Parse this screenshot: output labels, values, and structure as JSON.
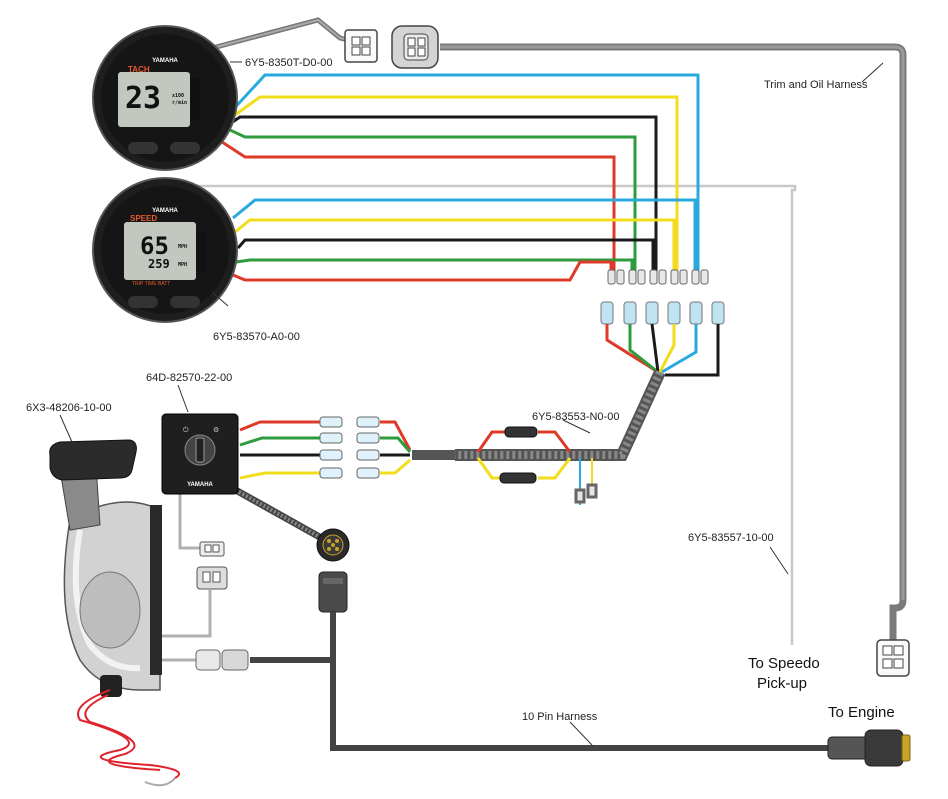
{
  "labels": {
    "tach_part": "6Y5-8350T-D0-00",
    "speedo_part": "6Y5-83570-A0-00",
    "trim_oil_harness": "Trim and Oil Harness",
    "switch_part": "64D-82570-22-00",
    "control_part": "6X3-48206-10-00",
    "sub_harness_part": "6Y5-83553-N0-00",
    "speedo_hose_part": "6Y5-83557-10-00",
    "to_speedo_line1": "To Speedo",
    "to_speedo_line2": "Pick-up",
    "ten_pin_harness": "10 Pin Harness",
    "to_engine": "To Engine"
  },
  "tach_gauge": {
    "brand": "YAMAHA",
    "name": "TACH",
    "reading": "23",
    "unit_line1": "x100",
    "unit_line2": "r/min"
  },
  "speed_gauge": {
    "brand": "YAMAHA",
    "name": "SPEED",
    "reading": "65",
    "sub_reading": "259",
    "unit1": "MPH",
    "unit2": "MPH",
    "footer": "TRIP   TIME   BATT"
  },
  "switch_panel": {
    "brand": "YAMAHA"
  },
  "colors": {
    "blue": "#29a9de",
    "yellow": "#f2dc1c",
    "black": "#1a1a1a",
    "green": "#2e9b3c",
    "red": "#dd3a2a",
    "gray_harness": "#6e6e6e",
    "dark_harness": "#3b3b3b",
    "lanyard": "#e0242e"
  }
}
